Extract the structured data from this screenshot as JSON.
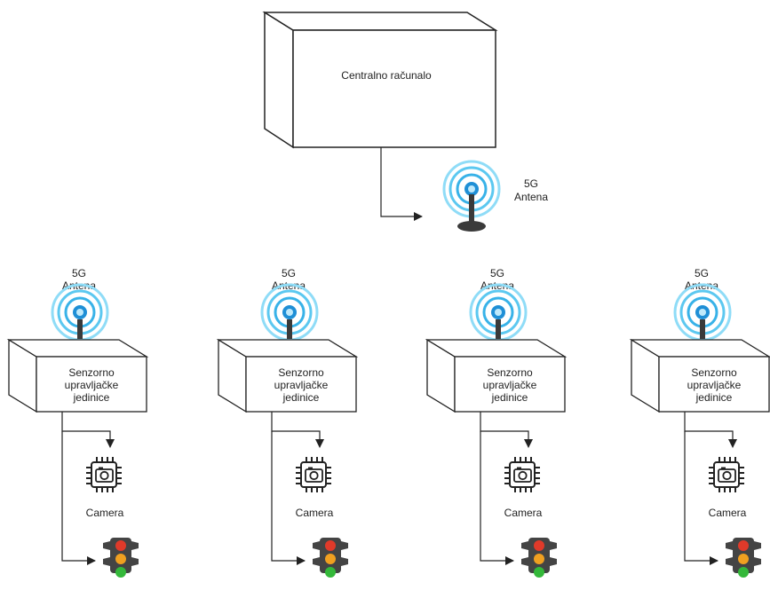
{
  "central": {
    "title": "Centralno računalo"
  },
  "main_antenna": {
    "line1": "5G",
    "line2": "Antena"
  },
  "units": [
    {
      "antenna_line1": "5G",
      "antenna_line2": "Antena",
      "box_line1": "Senzorno",
      "box_line2": "upravljačke",
      "box_line3": "jedinice",
      "camera_label": "Camera"
    },
    {
      "antenna_line1": "5G",
      "antenna_line2": "Antena",
      "box_line1": "Senzorno",
      "box_line2": "upravljačke",
      "box_line3": "jedinice",
      "camera_label": "Camera"
    },
    {
      "antenna_line1": "5G",
      "antenna_line2": "Antena",
      "box_line1": "Senzorno",
      "box_line2": "upravljačke",
      "box_line3": "jedinice",
      "camera_label": "Camera"
    },
    {
      "antenna_line1": "5G",
      "antenna_line2": "Antena",
      "box_line1": "Senzorno",
      "box_line2": "upravljačke",
      "box_line3": "jedinice",
      "camera_label": "Camera"
    }
  ],
  "colors": {
    "stroke": "#222222",
    "box_fill": "#ffffff",
    "antenna_ring": "#5cc8f0",
    "antenna_core": "#1f8fd6",
    "antenna_base": "#3a3a3a",
    "traffic_light_body": "#444444",
    "traffic_light_red": "#e03a2a",
    "traffic_light_amber": "#f0a020",
    "traffic_light_green": "#34b83a"
  }
}
